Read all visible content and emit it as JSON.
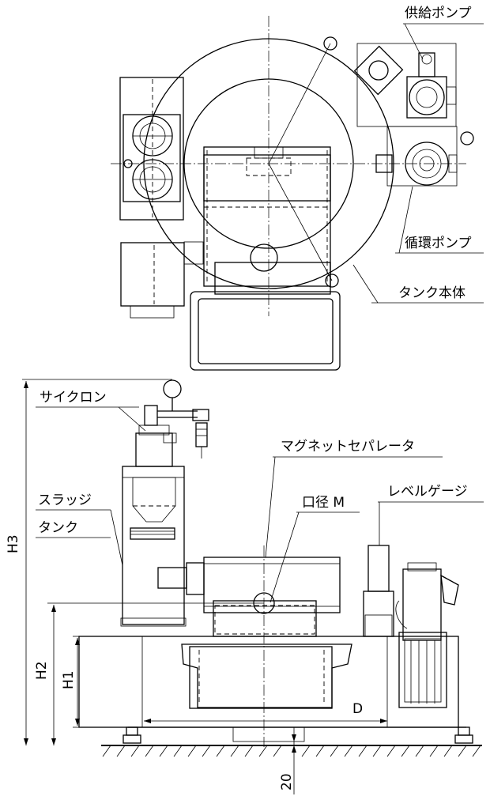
{
  "labels": {
    "supply_pump": "供給ポンプ",
    "circulation_pump": "循環ポンプ",
    "tank_body": "タンク本体",
    "cyclone": "サイクロン",
    "sludge_tank_line1": "スラッジ",
    "sludge_tank_line2": "タンク",
    "magnet_separator": "マグネットセパレータ",
    "bore_m": "口径 M",
    "level_gauge": "レベルゲージ"
  },
  "dimensions": {
    "h1": "H1",
    "h2": "H2",
    "h3": "H3",
    "d": "D",
    "base_offset": "20"
  }
}
